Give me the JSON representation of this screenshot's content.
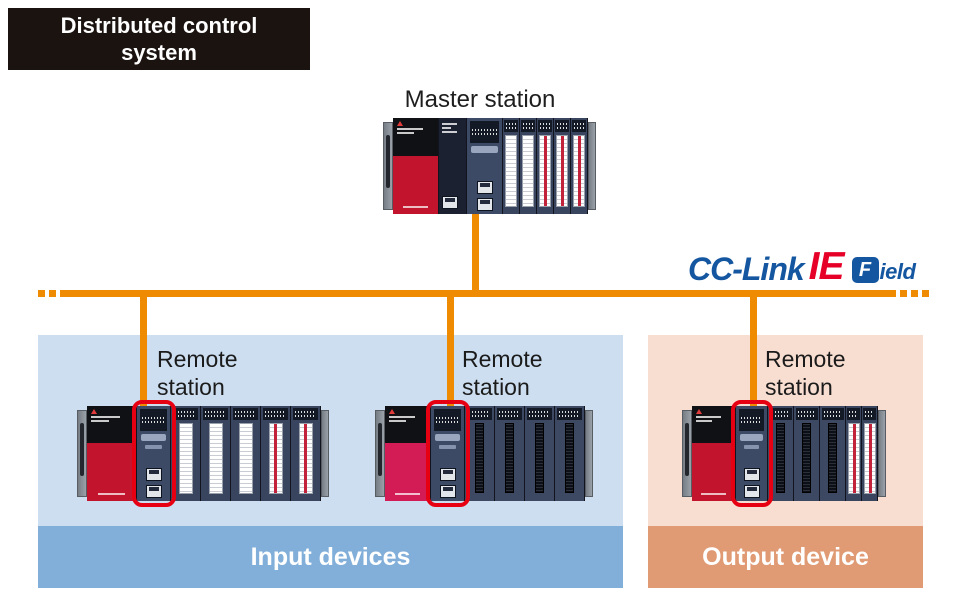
{
  "title": {
    "line1": "Distributed control",
    "line2": "system"
  },
  "master": {
    "label": "Master station"
  },
  "network": {
    "logo": {
      "cclink": "CC-Link",
      "ie": "IE",
      "badge": "F",
      "ield": "ield"
    }
  },
  "zones": {
    "input": {
      "label": "Input devices",
      "stations": [
        {
          "line1": "Remote",
          "line2": "station"
        },
        {
          "line1": "Remote",
          "line2": "station"
        }
      ]
    },
    "output": {
      "label": "Output device",
      "stations": [
        {
          "line1": "Remote",
          "line2": "station"
        }
      ]
    }
  },
  "colors": {
    "network_orange": "#EF8B00",
    "logo_blue": "#1456A0",
    "logo_red": "#E60027",
    "highlight_red": "#E60012",
    "input_zone_bg": "#CCDEF0",
    "input_bar_bg": "#82AFD9",
    "output_zone_bg": "#F8DED1",
    "output_bar_bg": "#E09A74",
    "title_bg": "#1B1310"
  }
}
